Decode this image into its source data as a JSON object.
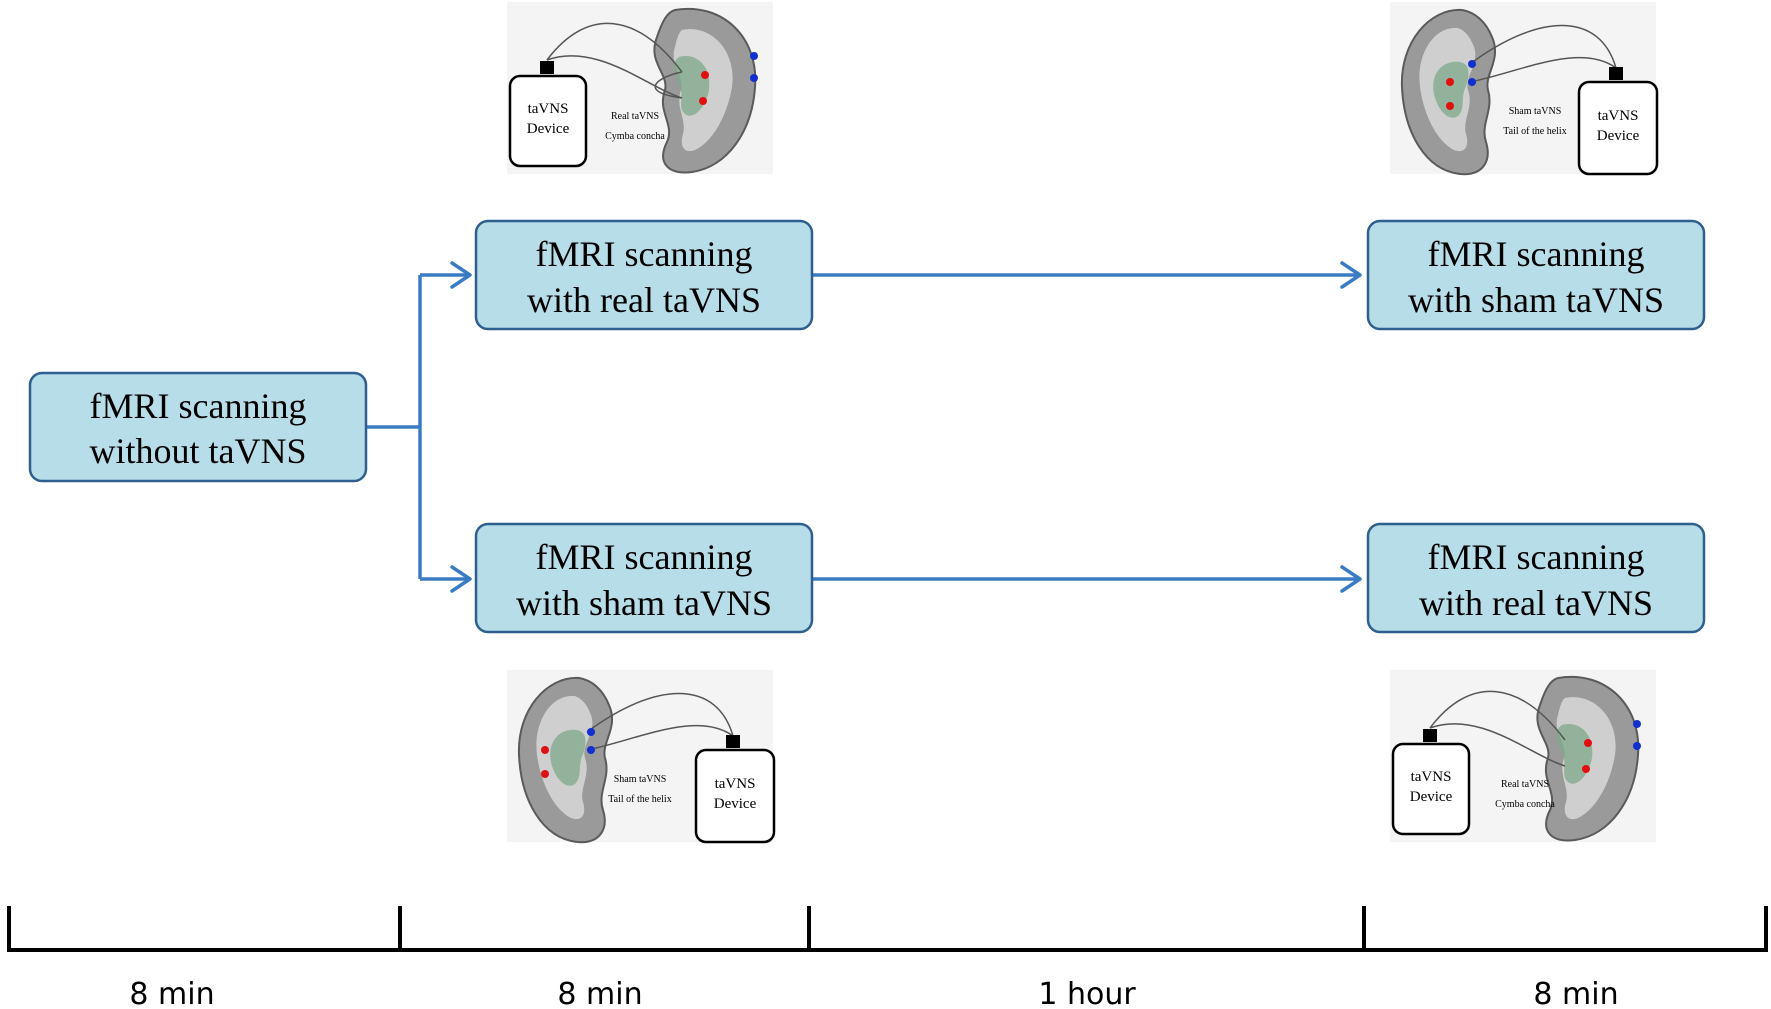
{
  "boxes": {
    "baseline": {
      "line1": "fMRI scanning",
      "line2": "without taVNS"
    },
    "top_first": {
      "line1": "fMRI scanning",
      "line2": "with real taVNS"
    },
    "top_second": {
      "line1": "fMRI scanning",
      "line2": "with sham taVNS"
    },
    "bottom_first": {
      "line1": "fMRI scanning",
      "line2": "with sham taVNS"
    },
    "bottom_second": {
      "line1": "fMRI scanning",
      "line2": "with real taVNS"
    }
  },
  "ear_images": {
    "top_first": {
      "device_line1": "taVNS",
      "device_line2": "Device",
      "site_line1": "Real taVNS",
      "site_line2": "Cymba concha"
    },
    "top_second": {
      "device_line1": "taVNS",
      "device_line2": "Device",
      "site_line1": "Sham taVNS",
      "site_line2": "Tail of the helix"
    },
    "bottom_first": {
      "device_line1": "taVNS",
      "device_line2": "Device",
      "site_line1": "Sham taVNS",
      "site_line2": "Tail of the helix"
    },
    "bottom_second": {
      "device_line1": "taVNS",
      "device_line2": "Device",
      "site_line1": "Real taVNS",
      "site_line2": "Cymba concha"
    }
  },
  "timeline": {
    "segments": [
      "8 min",
      "8 min",
      "1 hour",
      "8 min"
    ]
  },
  "colors": {
    "box_fill": "#b7dde8",
    "box_border": "#2f5f8f",
    "arrow": "#3a7cc4",
    "active_electrode": "#e01010",
    "reference_electrode": "#1030d0"
  }
}
